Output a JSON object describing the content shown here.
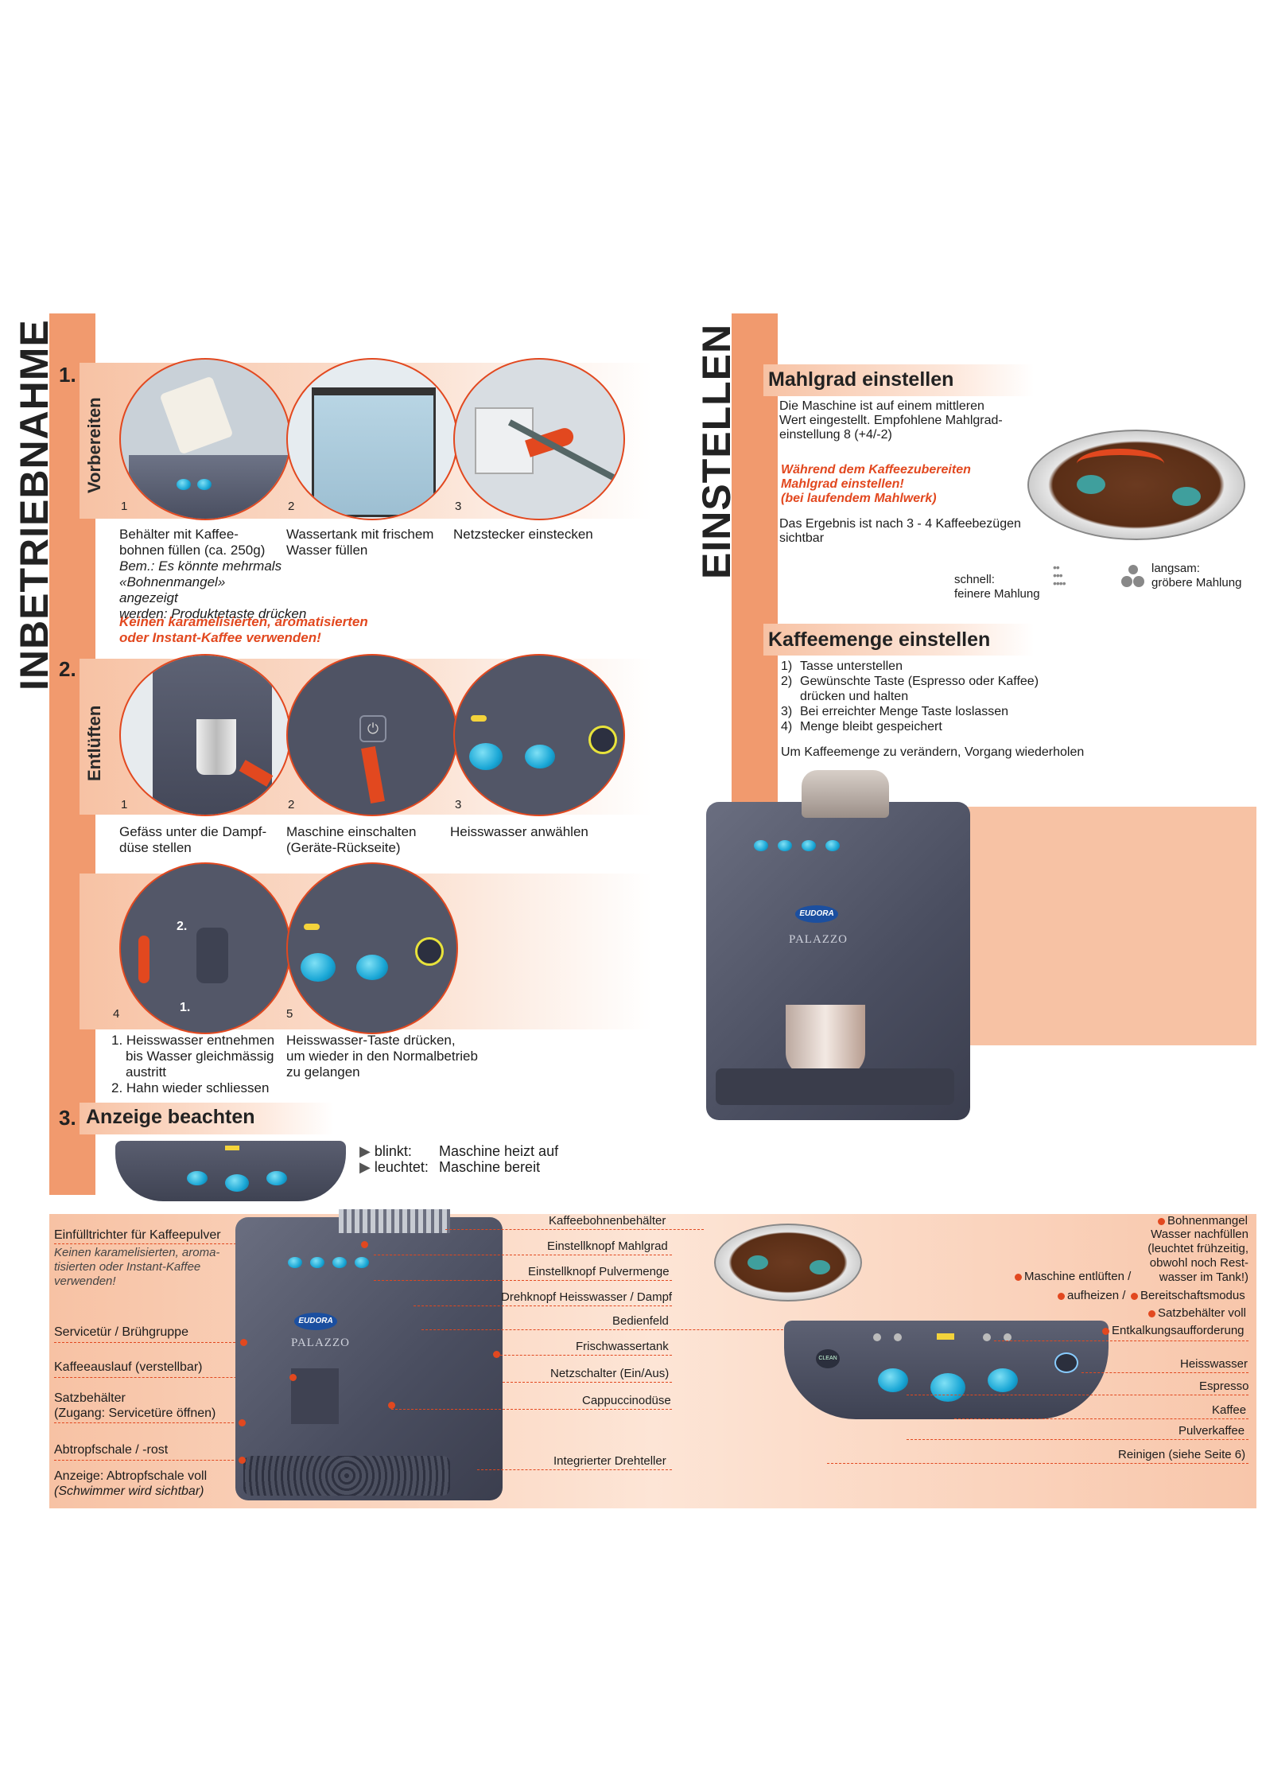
{
  "inbetriebnahme": {
    "title": "INBETRIEBNAHME",
    "step1": {
      "num": "1.",
      "label": "Vorbereiten",
      "images": [
        "1",
        "2",
        "3"
      ],
      "cap1_line1": "Behälter mit Kaffee-",
      "cap1_line2": "bohnen füllen (ca. 250g)",
      "cap1_note1": "Bem.: Es könnte mehrmals",
      "cap1_note2": "«Bohnenmangel» angezeigt",
      "cap1_note3": "werden: Produktetaste drücken",
      "cap2_line1": "Wassertank mit frischem",
      "cap2_line2": "Wasser füllen",
      "cap3": "Netzstecker einstecken",
      "warning1": "Keinen karamelisierten, aromatisierten",
      "warning2": "oder Instant-Kaffee verwenden!"
    },
    "step2": {
      "num": "2.",
      "label": "Entlüften",
      "images": [
        "1",
        "2",
        "3",
        "4",
        "5"
      ],
      "cap1_line1": "Gefäss unter die Dampf-",
      "cap1_line2": "düse stellen",
      "cap2_line1": "Maschine einschalten",
      "cap2_line2": "(Geräte-Rückseite)",
      "cap3": "Heisswasser anwählen",
      "cap4_line1": "1. Heisswasser entnehmen",
      "cap4_line2": "bis Wasser gleichmässig",
      "cap4_line3": "austritt",
      "cap4_line4": "2. Hahn wieder schliessen",
      "cap5_line1": "Heisswasser-Taste drücken,",
      "cap5_line2": "um wieder in den Normalbetrieb",
      "cap5_line3": "zu gelangen",
      "arrow1": "1.",
      "arrow2": "2."
    },
    "step3": {
      "num": "3.",
      "title": "Anzeige beachten",
      "blinkt_key": "blinkt:",
      "blinkt_val": "Maschine heizt auf",
      "leuchtet_key": "leuchtet:",
      "leuchtet_val": "Maschine bereit"
    }
  },
  "einstellen": {
    "title": "EINSTELLEN",
    "mahlgrad": {
      "title": "Mahlgrad einstellen",
      "text1": "Die Maschine ist auf einem mittleren",
      "text2": "Wert eingestellt. Empfohlene Mahlgrad-",
      "text3": "einstellung 8 (+4/-2)",
      "red1": "Während dem Kaffeezubereiten",
      "red2": "Mahlgrad einstellen!",
      "red3": "(bei laufendem Mahlwerk)",
      "result1": "Das Ergebnis ist nach 3 - 4 Kaffeebezügen",
      "result2": "sichtbar",
      "schnell1": "schnell:",
      "schnell2": "feinere Mahlung",
      "langsam1": "langsam:",
      "langsam2": "gröbere Mahlung"
    },
    "kaffeemenge": {
      "title": "Kaffeemenge einstellen",
      "steps": [
        {
          "n": "1)",
          "t": "Tasse unterstellen"
        },
        {
          "n": "2)",
          "t": "Gewünschte Taste (Espresso oder Kaffee)"
        },
        {
          "n": "",
          "t": "drücken und halten"
        },
        {
          "n": "3)",
          "t": "Bei erreichter Menge Taste loslassen"
        },
        {
          "n": "4)",
          "t": "Menge bleibt gespeichert"
        }
      ],
      "note": "Um Kaffeemenge zu verändern, Vorgang wiederholen"
    },
    "brand": "EUDORA",
    "model": "PALAZZO"
  },
  "overview": {
    "left_labels": {
      "einfuell": "Einfülltrichter für Kaffeepulver",
      "einfuell_note1": "Keinen karamelisierten, aroma-",
      "einfuell_note2": "tisierten oder Instant-Kaffee",
      "einfuell_note3": "verwenden!",
      "servicetuer": "Servicetür / Brühgruppe",
      "kaffeeauslauf": "Kaffeeauslauf (verstellbar)",
      "satz1": "Satzbehälter",
      "satz2": "(Zugang: Servicetüre öffnen)",
      "abtropf": "Abtropfschale / -rost",
      "anzeige1": "Anzeige: Abtropfschale voll",
      "anzeige2": "(Schwimmer wird sichtbar)"
    },
    "mid_labels": {
      "bohnen": "Kaffeebohnenbehälter",
      "mahlgrad": "Einstellknopf Mahlgrad",
      "pulver": "Einstellknopf Pulvermenge",
      "drehknopf": "Drehknopf Heisswasser / Dampf",
      "bedienfeld": "Bedienfeld",
      "frischwasser": "Frischwassertank",
      "netz": "Netzschalter (Ein/Aus)",
      "cappu": "Cappuccinodüse",
      "drehteller": "Integrierter Drehteller"
    },
    "right_labels": {
      "bohnenmangel": "Bohnenmangel",
      "wasser1": "Wasser nachfüllen",
      "wasser2": "(leuchtet frühzeitig,",
      "wasser3": "obwohl noch Rest-",
      "wasser4": "wasser im Tank!)",
      "entlueften": "Maschine entlüften /",
      "aufheizen": "aufheizen /",
      "bereit": "Bereitschaftsmodus",
      "satz": "Satzbehälter voll",
      "entkalk": "Entkalkungsaufforderung",
      "heisswasser": "Heisswasser",
      "espresso": "Espresso",
      "kaffee": "Kaffee",
      "pulverkaffee": "Pulverkaffee",
      "reinigen": "Reinigen (siehe Seite 6)"
    },
    "panel_btn": "CLEAN"
  },
  "colors": {
    "accent": "#f19a6e",
    "red": "#e2481f",
    "machine": "#545868",
    "button": "#1aa7d6"
  }
}
